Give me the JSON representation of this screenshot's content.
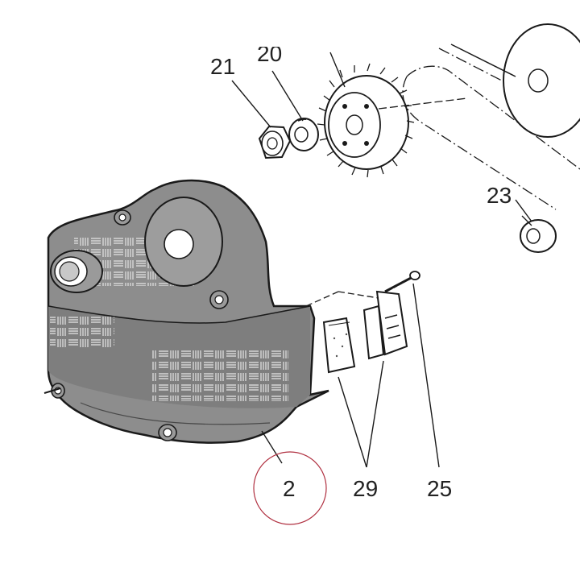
{
  "diagram": {
    "callouts": {
      "c21": "21",
      "c20": "20",
      "c23": "23",
      "c2": "2",
      "c29": "29",
      "c25": "25"
    },
    "colors": {
      "cover_fill": "#8d8d8d",
      "cover_dark": "#6e6e6e",
      "cover_light": "#a8a8a8",
      "line": "#1a1a1a",
      "highlight_circle": "#b03040"
    }
  }
}
